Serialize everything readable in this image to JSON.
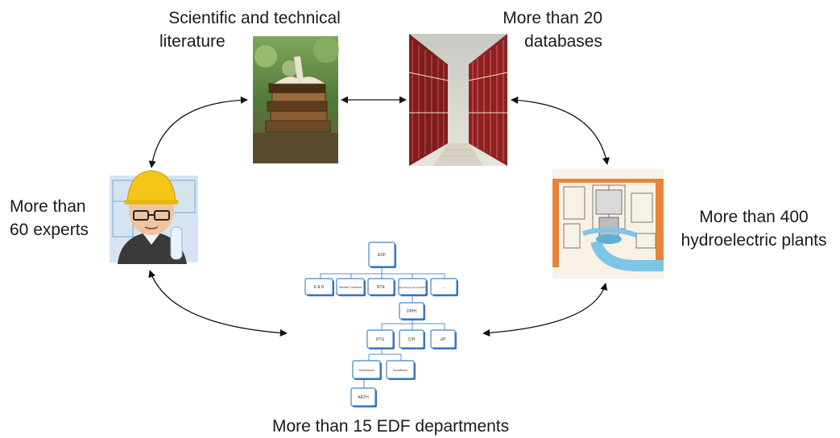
{
  "labels": {
    "literature": [
      "Scientific and technical",
      "literature"
    ],
    "databases": [
      "More than 20",
      "databases"
    ],
    "experts": [
      "More than",
      "60 experts"
    ],
    "plants": [
      "More than 400",
      "hydroelectric plants"
    ],
    "departments": "More than 15 EDF departments"
  },
  "org_chart": {
    "root": "EDF",
    "level1": [
      "E & D",
      "Direction Commerce",
      "RTE",
      "Pôle Energies Renouvelables",
      "..."
    ],
    "level2": "DPIH",
    "level3": [
      "DTG",
      "CIH",
      "UP"
    ],
    "level4": [
      "Performance",
      "Surveillance"
    ],
    "level5": "ARTH"
  },
  "colors": {
    "arrow": "#111111",
    "org_box_border": "#3f86c6",
    "org_box_shadow": "#3b6fb6",
    "orange_plant": "#e8833a",
    "water": "#7ec6e6"
  },
  "icons": {
    "books": "books-photo",
    "archive": "archive-shelves-photo",
    "engineer": "engineer-avatar",
    "plant": "hydro-plant-drawing"
  }
}
